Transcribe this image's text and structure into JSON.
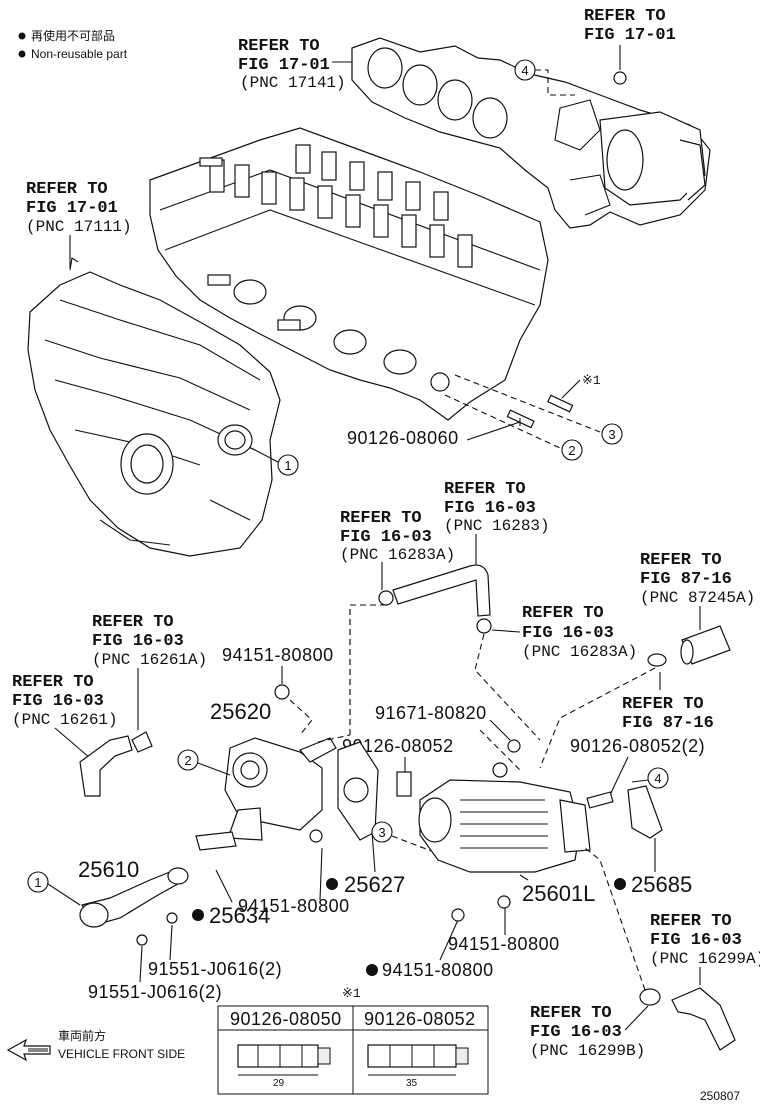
{
  "legend": {
    "reusable_jp": "再使用不可部品",
    "reusable_en": "Non-reusable part"
  },
  "refs": {
    "r1": {
      "a": "REFER TO",
      "b": "FIG 17-01",
      "c": "(PNC 17141)"
    },
    "r2": {
      "a": "REFER TO",
      "b": "FIG 17-01"
    },
    "r3": {
      "a": "REFER TO",
      "b": "FIG 17-01",
      "c": "(PNC 17111)"
    },
    "r4": {
      "a": "REFER TO",
      "b": "FIG 16-03",
      "c": "(PNC 16283)"
    },
    "r5": {
      "a": "REFER TO",
      "b": "FIG 16-03",
      "c": "(PNC 16283A)"
    },
    "r6": {
      "a": "REFER TO",
      "b": "FIG 87-16",
      "c": "(PNC 87245A)"
    },
    "r7": {
      "a": "REFER TO",
      "b": "FIG 16-03",
      "c": "(PNC 16283A)"
    },
    "r8": {
      "a": "REFER TO",
      "b": "FIG 16-03",
      "c": "(PNC 16261A)"
    },
    "r9": {
      "a": "REFER TO",
      "b": "FIG 16-03",
      "c": "(PNC 16261)"
    },
    "r10": {
      "a": "REFER TO",
      "b": "FIG 87-16"
    },
    "r11": {
      "a": "REFER TO",
      "b": "FIG 16-03",
      "c": "(PNC 16299A)"
    },
    "r12": {
      "a": "REFER TO",
      "b": "FIG 16-03",
      "c": "(PNC 16299B)"
    }
  },
  "parts": {
    "p90126_08060": "90126-08060",
    "p94151_80800_a": "94151-80800",
    "p25620": "25620",
    "p91671_80820": "91671-80820",
    "p90126_08052_a": "90126-08052",
    "p90126_08052_2": "90126-08052(2)",
    "p25610": "25610",
    "p25627": "25627",
    "p94151_80800_b": "94151-80800",
    "p25634": "25634",
    "p25601L": "25601L",
    "p25685": "25685",
    "p94151_80800_c": "94151-80800",
    "p94151_80800_d": "94151-80800",
    "p91551_J0616_2a": "91551-J0616(2)",
    "p91551_J0616_2b": "91551-J0616(2)"
  },
  "callouts": {
    "c1": "1",
    "c2": "2",
    "c3": "3",
    "c4": "4"
  },
  "note_mark": "※1",
  "table": {
    "mark": "※1",
    "col1": "90126-08050",
    "col2": "90126-08052",
    "dim1": "29",
    "dim2": "35"
  },
  "front": {
    "jp": "車両前方",
    "en": "VEHICLE FRONT SIDE"
  },
  "fig_code": "250807"
}
